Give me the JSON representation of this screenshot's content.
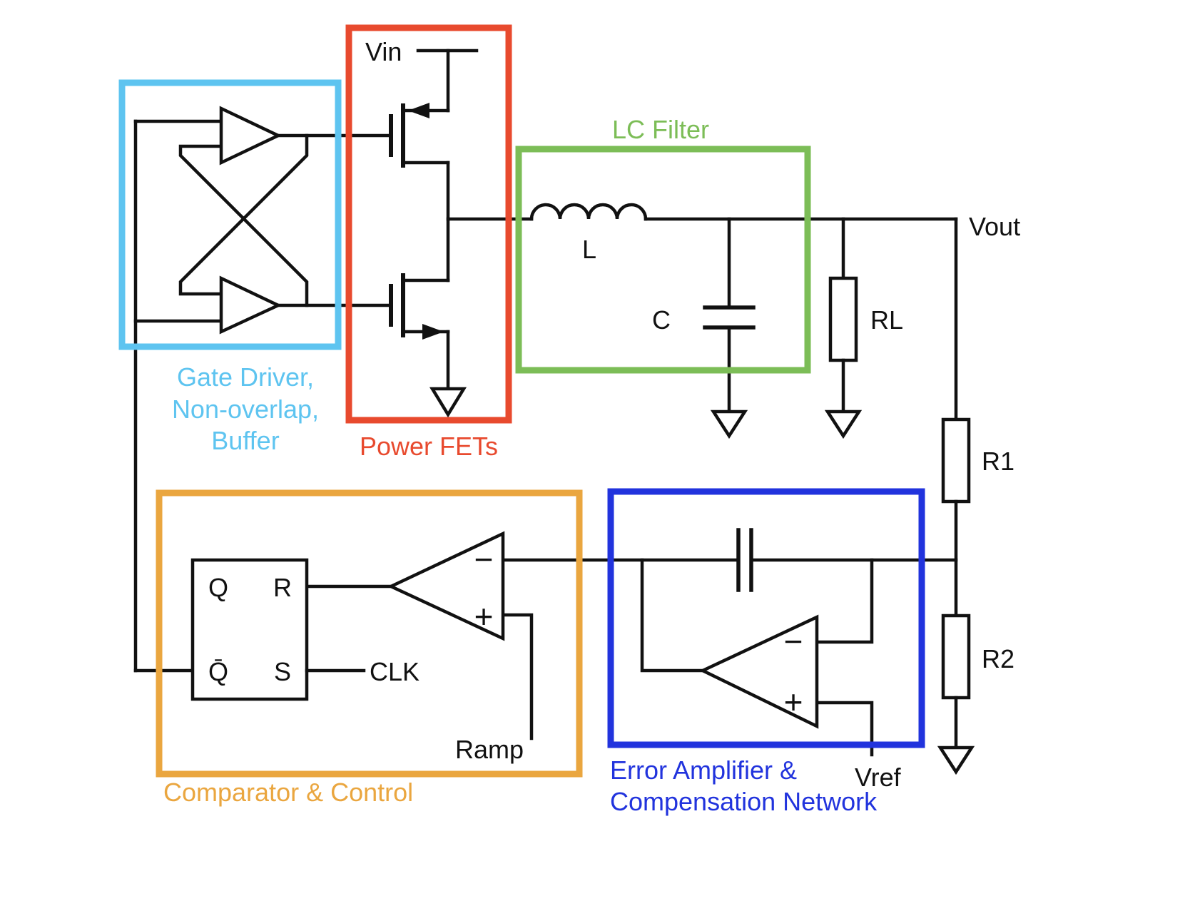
{
  "blocks": {
    "gate_driver": {
      "label_lines": [
        "Gate Driver,",
        "Non-overlap,",
        "Buffer"
      ],
      "color": "#5ec4f0"
    },
    "power_fets": {
      "label": "Power FETs",
      "color": "#e84a2e"
    },
    "lc_filter": {
      "label": "LC Filter",
      "color": "#7cbd57"
    },
    "comparator_control": {
      "label": "Comparator & Control",
      "color": "#eaa63f"
    },
    "error_amplifier": {
      "label_lines": [
        "Error Amplifier &",
        "Compensation Network"
      ],
      "color": "#2133dd"
    }
  },
  "nets": {
    "vin": "Vin",
    "vout": "Vout",
    "clk": "CLK",
    "ramp": "Ramp",
    "vref": "Vref"
  },
  "components": {
    "inductor": "L",
    "capacitor": "C",
    "load_resistor": "RL",
    "resistor_r1": "R1",
    "resistor_r2": "R2"
  },
  "latch": {
    "q": "Q",
    "q_bar": "Q̄",
    "r": "R",
    "s": "S"
  },
  "signs": {
    "plus": "+",
    "minus": "−"
  },
  "wire_color": "#111111",
  "background": "#ffffff"
}
